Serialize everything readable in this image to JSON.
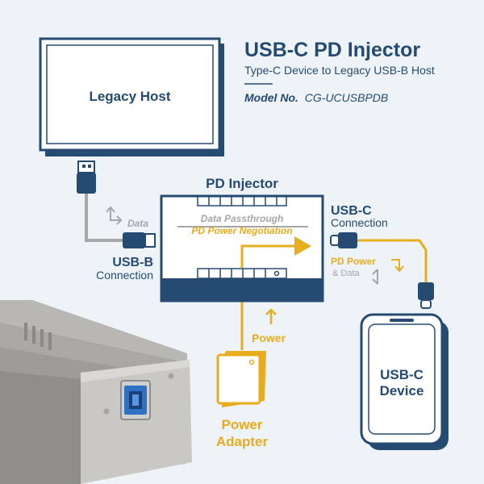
{
  "colors": {
    "navy": "#254b72",
    "gold": "#e8ad1f",
    "gray": "#a6a6a6",
    "background": "#eef3f7"
  },
  "header": {
    "title": "USB-C PD Injector",
    "subtitle": "Type-C Device to Legacy USB-B Host",
    "model_label": "Model No.",
    "model_number": "CG-UCUSBPDB"
  },
  "host": {
    "label": "Legacy Host"
  },
  "injector": {
    "title": "PD Injector",
    "data_passthrough": "Data Passthrough",
    "pd_negotiation": "PD Power Negotiation"
  },
  "usb_b": {
    "label_line1": "USB-B",
    "label_line2": "Connection",
    "data_label": "Data"
  },
  "usb_c": {
    "label_line1": "USB-C",
    "label_line2": "Connection",
    "pd_line1": "PD Power",
    "pd_line2": "& Data"
  },
  "power": {
    "label": "Power"
  },
  "adapter": {
    "label_line1": "Power",
    "label_line2": "Adapter"
  },
  "device": {
    "label_line1": "USB-C",
    "label_line2": "Device"
  },
  "icons": [
    "usb-a-plug-icon",
    "usb-b-plug-icon",
    "usb-c-plug-icon",
    "arrow-icon",
    "power-adapter-icon",
    "phone-icon"
  ]
}
